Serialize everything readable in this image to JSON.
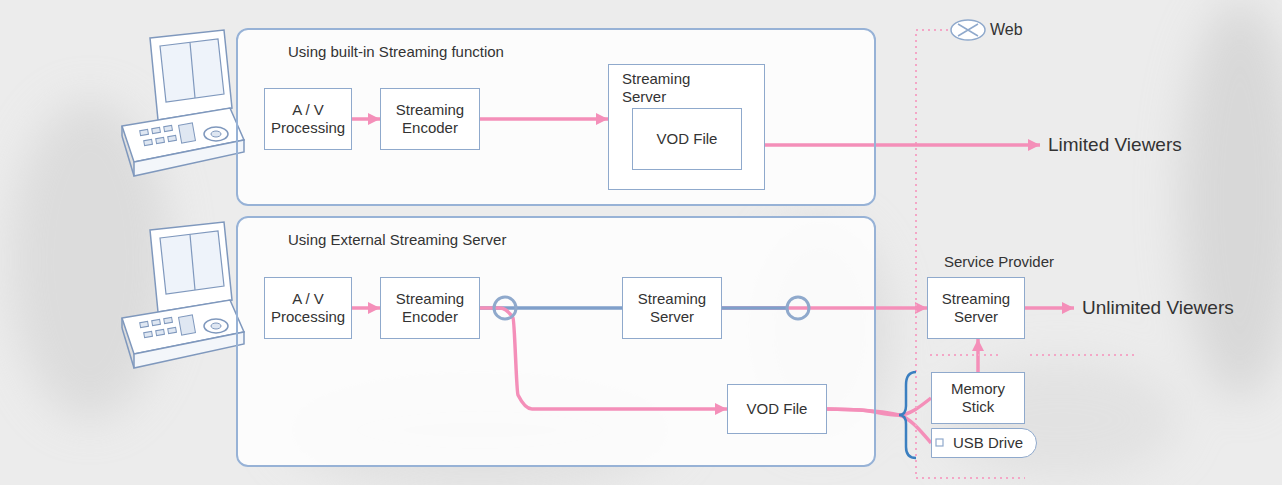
{
  "diagram": {
    "nodes": [
      {
        "text": [
          "Using built-in Streaming function"
        ]
      },
      {
        "text": [
          "A / V Processing"
        ],
        "in": 0
      },
      {
        "text": [
          "Streaming Encoder"
        ],
        "in": 0
      },
      {
        "text": [
          "Streaming Server"
        ],
        "in": 0
      },
      {
        "text": [
          "VOD File"
        ],
        "in": 3
      },
      {
        "text": [
          "Using External Streaming Server"
        ]
      },
      {
        "text": [
          "A / V Processing"
        ],
        "in": 5
      },
      {
        "text": [
          "Streaming Encoder"
        ],
        "in": 5
      },
      {
        "text": [
          "Streaming Server"
        ],
        "in": 5
      },
      {
        "text": [
          "VOD File"
        ],
        "in": 5
      },
      {
        "text": [
          "Service Provider",
          "Streaming Server"
        ]
      },
      {
        "text": [
          "Memory Stick"
        ]
      },
      {
        "text": [
          "USB Drive"
        ]
      }
    ],
    "edges": [
      {
        "from": 1,
        "to": 2,
        "arrow": "to"
      },
      {
        "from": 2,
        "to": 3,
        "arrow": "to"
      },
      {
        "from": 6,
        "to": 7,
        "arrow": "to"
      },
      {
        "from": 7,
        "to": 8,
        "arrow": "none"
      },
      {
        "from": 8,
        "to": 10,
        "arrow": "to"
      },
      {
        "from": 7,
        "to": 9,
        "arrow": "to"
      },
      {
        "from": 9,
        "to": 11,
        "arrow": "none"
      },
      {
        "from": 9,
        "to": 12,
        "arrow": "none"
      },
      {
        "from": 11,
        "to": 10,
        "arrow": "to"
      }
    ],
    "labels": [
      "Web",
      "Limited Viewers",
      "Unlimited Viewers"
    ]
  }
}
